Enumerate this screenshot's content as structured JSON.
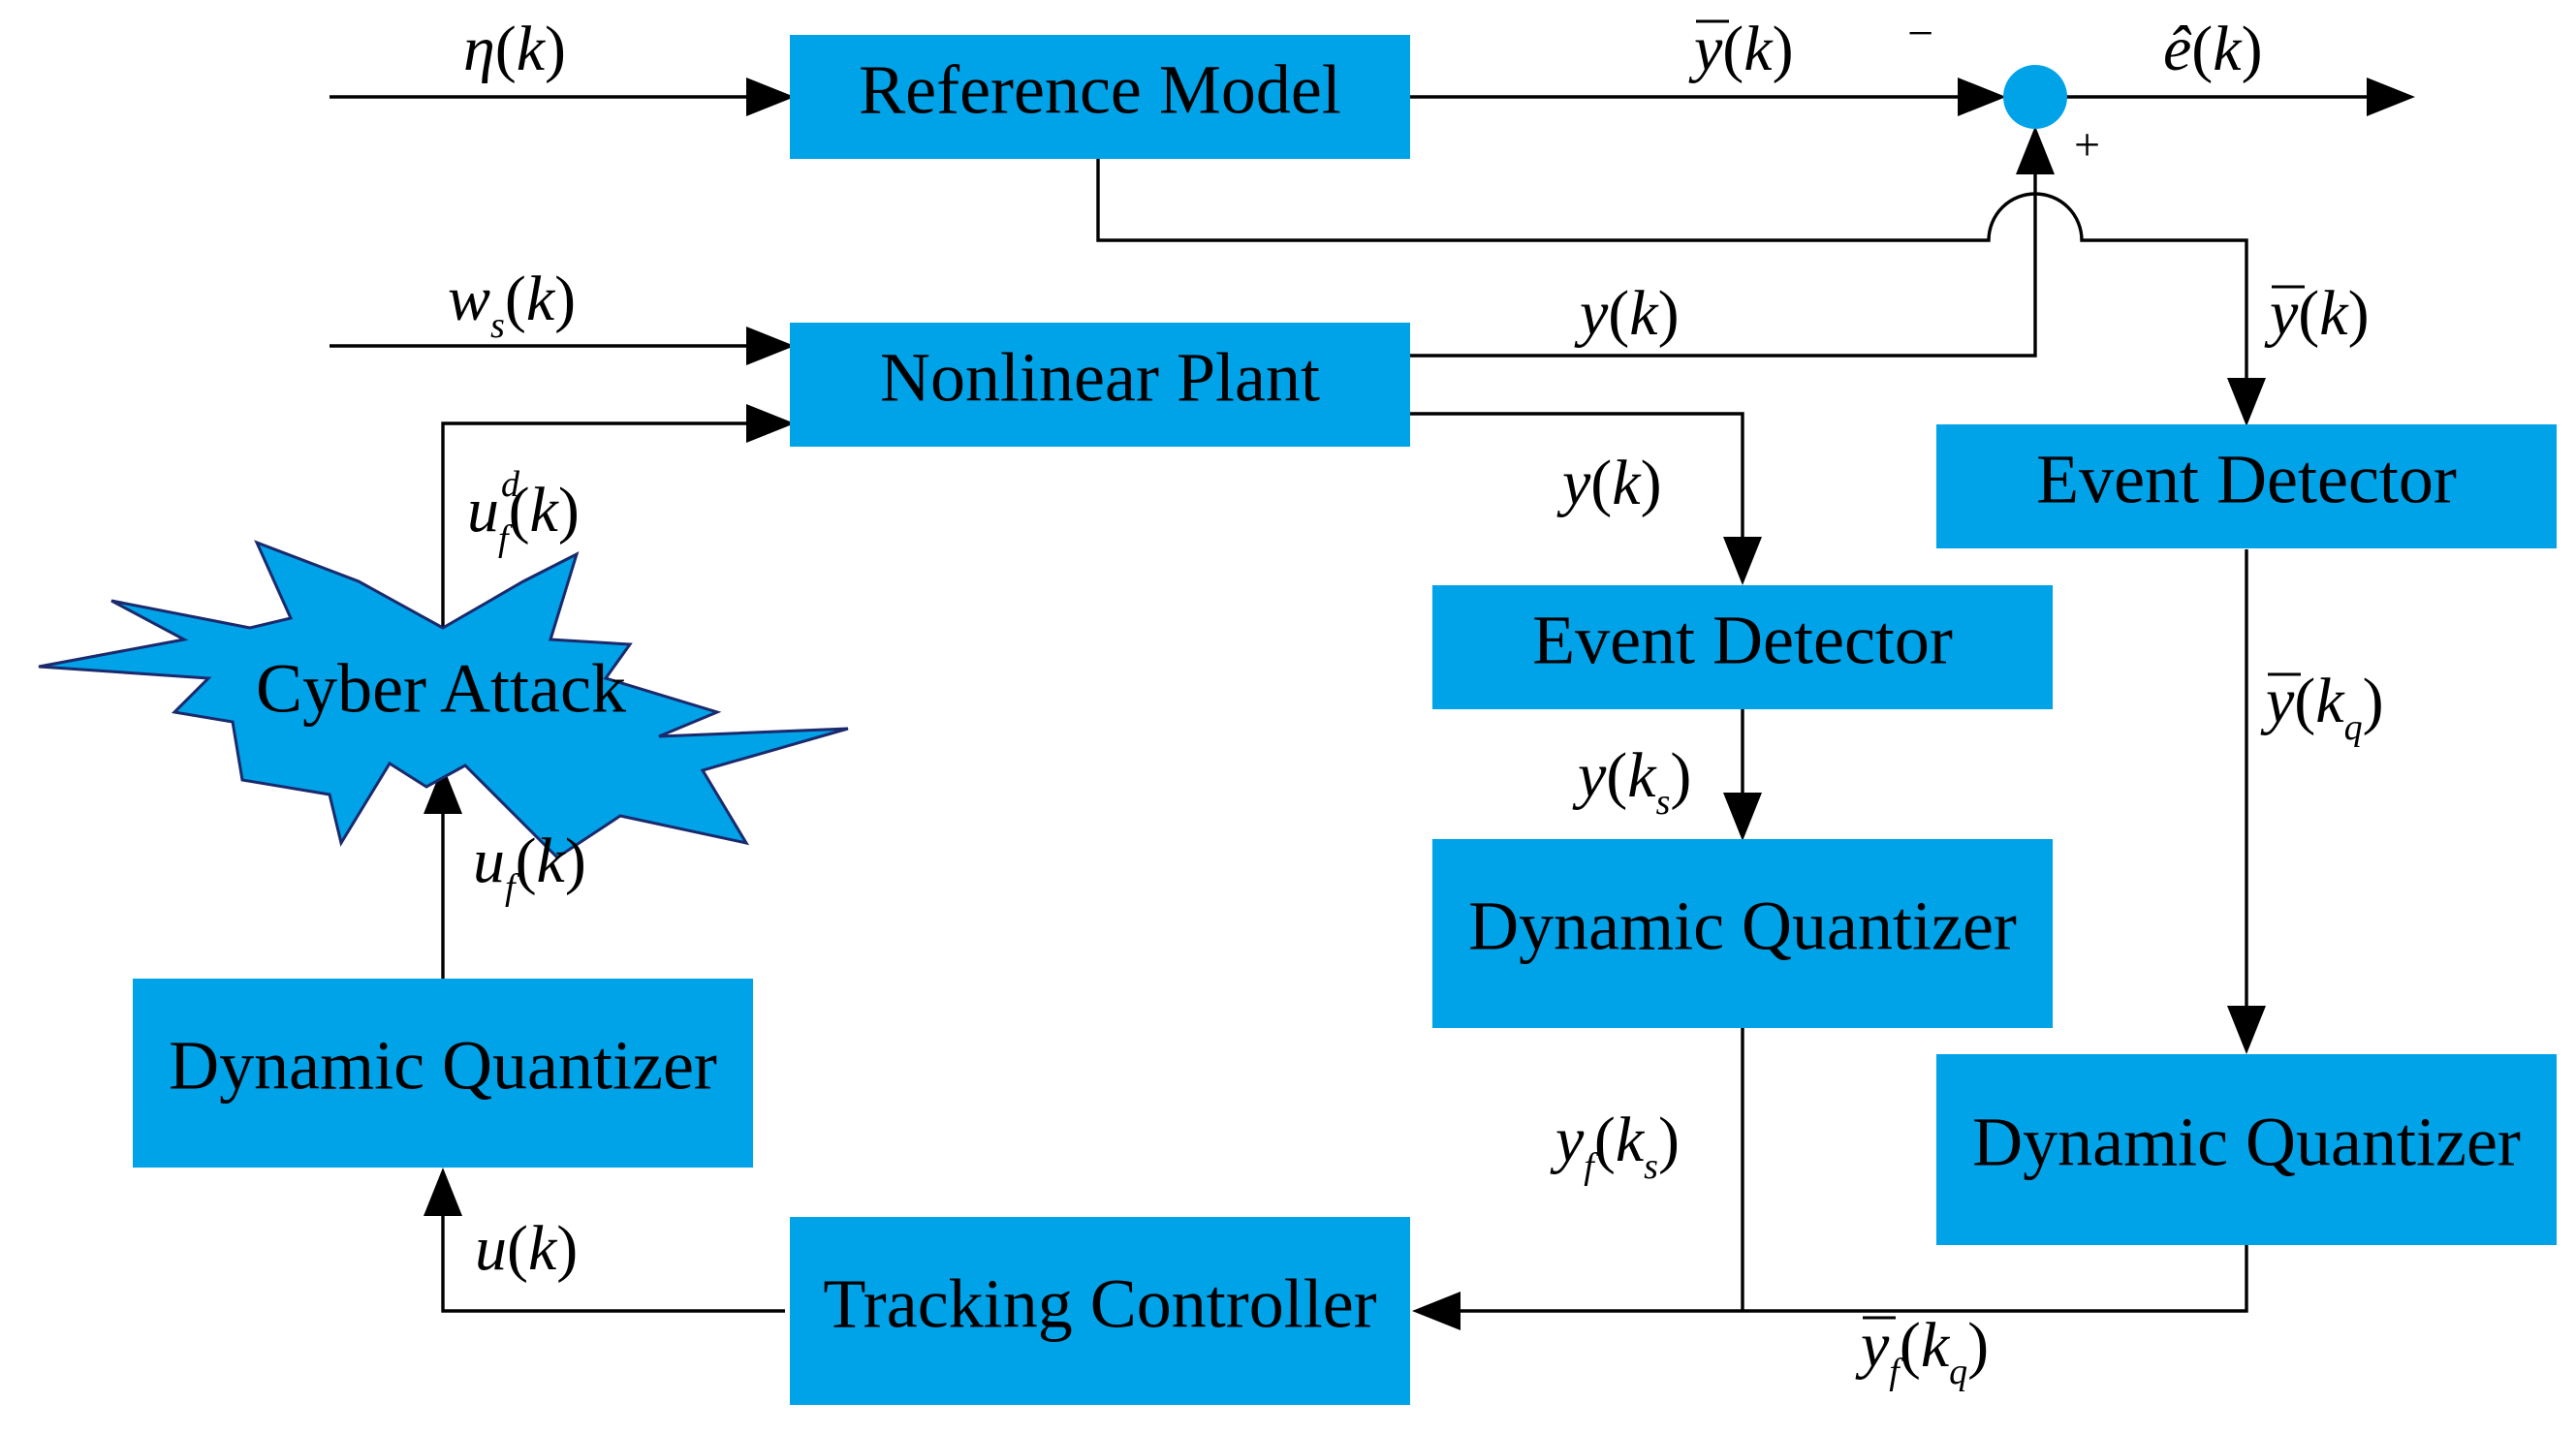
{
  "colors": {
    "block": "#00A2E8",
    "line": "#000000",
    "background": "#FFFFFF"
  },
  "blocks": {
    "reference_model": "Reference Model",
    "nonlinear_plant": "Nonlinear Plant",
    "event_detector_right": "Event Detector",
    "event_detector_mid": "Event Detector",
    "dq_mid": "Dynamic Quantizer",
    "dq_right": "Dynamic Quantizer",
    "dq_left": "Dynamic Quantizer",
    "tracking_controller": "Tracking Controller",
    "cyber_attack": "Cyber Attack"
  },
  "signals": {
    "eta": {
      "main": "η",
      "arg": "k"
    },
    "ws": {
      "main": "w",
      "sub": "s",
      "arg": "k"
    },
    "ybar_top": {
      "main": "y",
      "bar": true,
      "arg": "k"
    },
    "ehat": {
      "main": "ê",
      "arg": "k"
    },
    "y_top": {
      "main": "y",
      "arg": "k"
    },
    "ybar_right": {
      "main": "y",
      "bar": true,
      "arg": "k"
    },
    "y_mid": {
      "main": "y",
      "arg": "k"
    },
    "ufd": {
      "main": "u",
      "sub": "f",
      "sup": "d",
      "arg": "k"
    },
    "y_ks": {
      "main": "y",
      "arg": "k",
      "argsub": "s"
    },
    "ybar_kq": {
      "main": "y",
      "bar": true,
      "arg": "k",
      "argsub": "q"
    },
    "uf": {
      "main": "u",
      "sub": "f",
      "arg": "k"
    },
    "yf_ks": {
      "main": "y",
      "sub": "f",
      "arg": "k",
      "argsub": "s"
    },
    "u": {
      "main": "u",
      "arg": "k"
    },
    "ybarf_kq": {
      "main": "y",
      "bar": true,
      "sub": "f",
      "arg": "k",
      "argsub": "q"
    }
  },
  "summer_signs": {
    "minus": "−",
    "plus": "+"
  }
}
